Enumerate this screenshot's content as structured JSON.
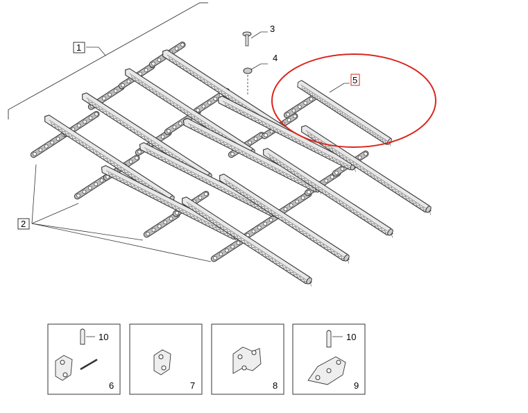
{
  "callouts": {
    "c1": "1",
    "c2": "2",
    "c3": "3",
    "c4": "4",
    "c5": "5"
  },
  "detail_panels": [
    {
      "number": "6",
      "callout": "10"
    },
    {
      "number": "7",
      "callout": ""
    },
    {
      "number": "8",
      "callout": ""
    },
    {
      "number": "9",
      "callout": "10"
    }
  ],
  "colors": {
    "line": "#333333",
    "bar_fill": "#e6e6e6",
    "highlight": "#d9261c"
  },
  "highlighted_part": "5"
}
